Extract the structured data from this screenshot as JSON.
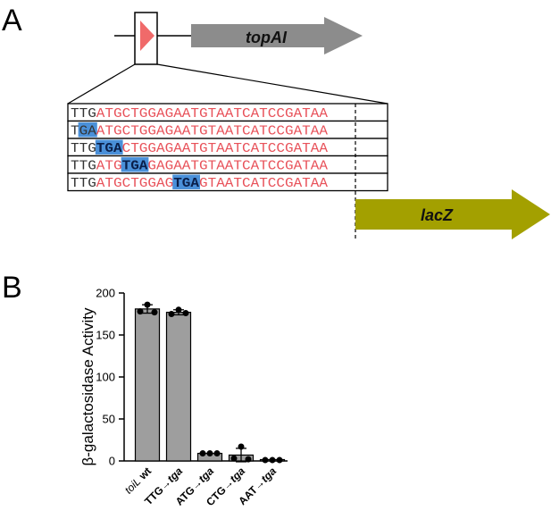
{
  "panel_a": {
    "label": "A",
    "gene_top": "topAI",
    "gene_bottom": "lacZ",
    "colors": {
      "topAI_arrow": "#8c8c8c",
      "lacZ_arrow": "#a3a000",
      "rbs_triangle": "#f06a6a",
      "highlight": "#4a90d9",
      "seq_red": "#e8525a"
    },
    "sequences": [
      {
        "segments": [
          {
            "t": "TTG",
            "c": "black"
          },
          {
            "t": "ATGCTGGAGAATGTAATCATCCGATAA",
            "c": "red"
          }
        ],
        "hl": null
      },
      {
        "segments": [
          {
            "t": "T",
            "c": "black"
          },
          {
            "t": "GA",
            "c": "black"
          },
          {
            "t": "ATGCTGGAGAATGTAATCATCCGATAA",
            "c": "red"
          }
        ],
        "hl": [
          1,
          3
        ]
      },
      {
        "segments": [
          {
            "t": "TTG",
            "c": "black"
          },
          {
            "t": "TGA",
            "c": "mut"
          },
          {
            "t": "CTGGAGAATGTAATCATCCGATAA",
            "c": "red"
          }
        ],
        "hl": [
          3,
          6
        ]
      },
      {
        "segments": [
          {
            "t": "TTG",
            "c": "black"
          },
          {
            "t": "ATG",
            "c": "red"
          },
          {
            "t": "TGA",
            "c": "mut"
          },
          {
            "t": "GAGAATGTAATCATCCGATAA",
            "c": "red"
          }
        ],
        "hl": [
          6,
          9
        ]
      },
      {
        "segments": [
          {
            "t": "TTG",
            "c": "black"
          },
          {
            "t": "ATGCTGGAG",
            "c": "red"
          },
          {
            "t": "TGA",
            "c": "mut"
          },
          {
            "t": "GTAATCATCCGATAA",
            "c": "red"
          }
        ],
        "hl": [
          12,
          15
        ]
      }
    ]
  },
  "panel_b": {
    "label": "B"
  },
  "chart_data": {
    "type": "bar",
    "ylabel": "β-galactosidase Activity",
    "xlabel": "",
    "ylim": [
      0,
      200
    ],
    "yticks": [
      0,
      50,
      100,
      150,
      200
    ],
    "categories": [
      {
        "prefix": "toiL",
        "suffix": " wt"
      },
      {
        "prefix": "TTG→",
        "suffix": "tga"
      },
      {
        "prefix": "ATG→",
        "suffix": "tga"
      },
      {
        "prefix": "CTG→",
        "suffix": "tga"
      },
      {
        "prefix": "AAT→",
        "suffix": "tga"
      }
    ],
    "values": [
      181,
      177,
      9,
      7,
      1
    ],
    "errors": [
      5,
      3,
      0,
      8,
      0
    ],
    "points": [
      [
        178,
        186,
        177
      ],
      [
        175,
        180,
        176
      ],
      [
        9,
        9,
        9
      ],
      [
        3,
        17,
        2
      ],
      [
        1,
        1,
        1
      ]
    ],
    "bar_color": "#9e9e9e"
  }
}
